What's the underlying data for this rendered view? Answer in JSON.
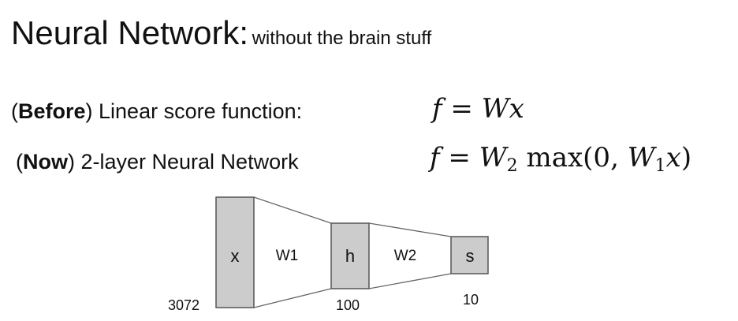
{
  "title": {
    "main": "Neural Network:",
    "sub": "without the brain stuff"
  },
  "before": {
    "paren_open": "(",
    "bold": "Before",
    "rest": ") Linear score function:",
    "equation": {
      "f": "f",
      "eq": "=",
      "W": "W",
      "x": "x"
    }
  },
  "now": {
    "paren_open": "(",
    "bold": "Now",
    "rest": ") 2-layer Neural Network",
    "equation": {
      "f": "f",
      "eq": "=",
      "W": "W",
      "sub2": "2",
      "max": "max(0,",
      "sub1": "1",
      "x": "x",
      "close": ")"
    }
  },
  "network": {
    "layers": [
      {
        "label": "x",
        "size": "3072"
      },
      {
        "label": "h",
        "size": "100"
      },
      {
        "label": "s",
        "size": "10"
      }
    ],
    "weights": [
      "W1",
      "W2"
    ]
  }
}
